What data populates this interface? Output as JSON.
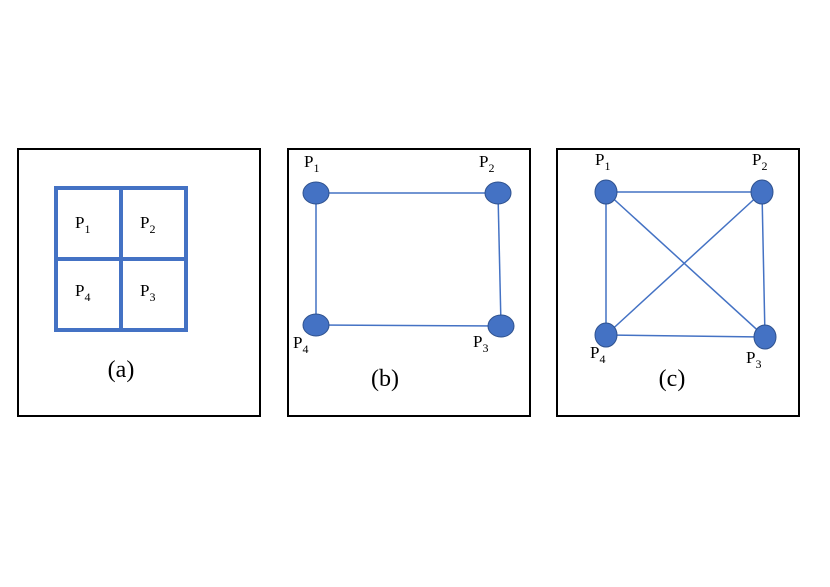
{
  "process_letter": "P",
  "process_indices": [
    "1",
    "2",
    "3",
    "4"
  ],
  "captions": [
    "(a)",
    "(b)",
    "(c)"
  ],
  "colors": {
    "edge": "#4472c4",
    "node": "#4472c4",
    "frame": "#000000"
  },
  "panels": [
    {
      "id": "a",
      "kind": "grid-partition",
      "cells": [
        [
          "1",
          "2"
        ],
        [
          "4",
          "3"
        ]
      ]
    },
    {
      "id": "b",
      "kind": "ring",
      "edges": [
        [
          "1",
          "2"
        ],
        [
          "2",
          "3"
        ],
        [
          "3",
          "4"
        ],
        [
          "4",
          "1"
        ]
      ]
    },
    {
      "id": "c",
      "kind": "fully-connected",
      "edges": [
        [
          "1",
          "2"
        ],
        [
          "2",
          "3"
        ],
        [
          "3",
          "4"
        ],
        [
          "4",
          "1"
        ],
        [
          "1",
          "3"
        ],
        [
          "2",
          "4"
        ]
      ]
    }
  ]
}
